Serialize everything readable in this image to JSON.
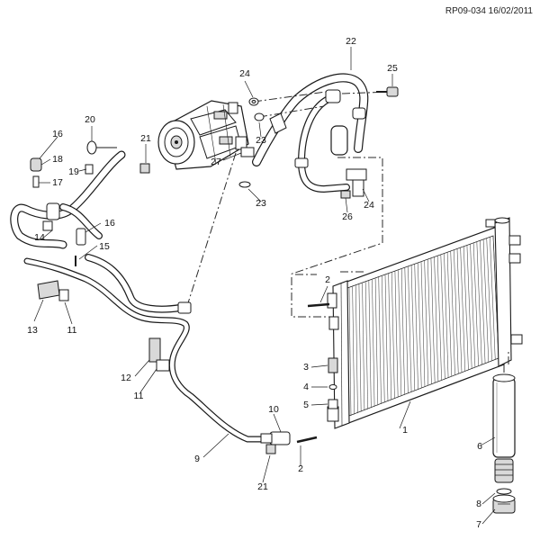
{
  "header": {
    "reference": "RP09-034 16/02/2011"
  },
  "callouts": [
    "22",
    "24",
    "25",
    "20",
    "16",
    "21",
    "23",
    "27",
    "18",
    "19",
    "17",
    "16",
    "15",
    "14",
    "23",
    "26",
    "24",
    "13",
    "11",
    "2",
    "12",
    "11",
    "3",
    "4",
    "5",
    "1",
    "10",
    "6",
    "9",
    "2",
    "21",
    "8",
    "7"
  ]
}
